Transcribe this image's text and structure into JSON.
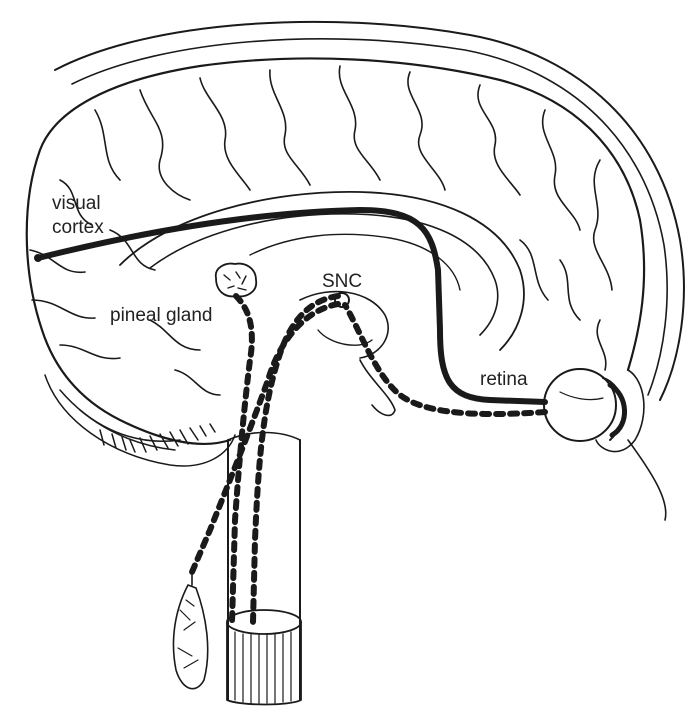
{
  "labels": {
    "visual_cortex_line1": "visual",
    "visual_cortex_line2": "cortex",
    "pineal_gland": "pineal gland",
    "snc": "SNC",
    "retina": "retina"
  },
  "colors": {
    "ink": "#1a1a1a",
    "background": "#ffffff"
  }
}
